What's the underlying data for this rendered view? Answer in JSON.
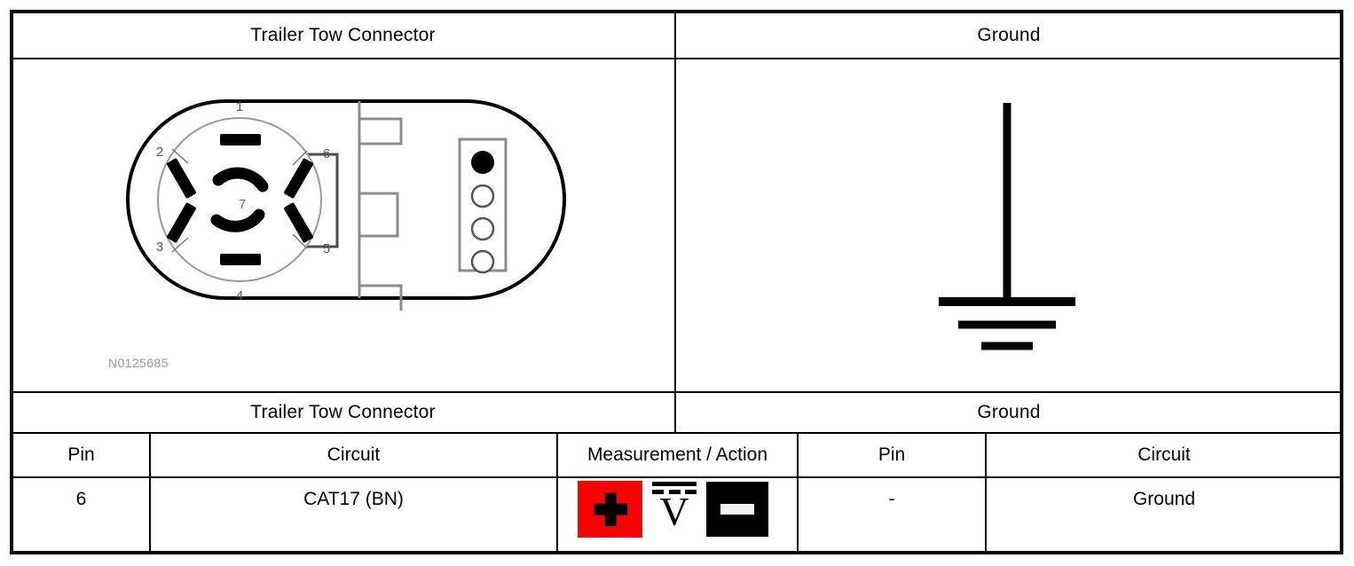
{
  "diagram": {
    "title": "Trailer Tow Connector Pin 6 Ground Measurement",
    "reference_number": "N0125685",
    "headers": {
      "left": "Trailer Tow Connector",
      "right": "Ground"
    },
    "section_headers": {
      "left": "Trailer Tow Connector",
      "right": "Ground"
    },
    "connector": {
      "name": "7-way trailer tow connector",
      "pin_labels": [
        "1",
        "2",
        "3",
        "4",
        "5",
        "6",
        "7"
      ],
      "indicator_dots": [
        "filled",
        "hollow",
        "hollow",
        "hollow"
      ]
    },
    "ground_symbol": {
      "name": "earth-ground-symbol",
      "bars": 3
    }
  },
  "table": {
    "columns": [
      {
        "key": "pin_left",
        "label": "Pin"
      },
      {
        "key": "circuit_left",
        "label": "Circuit"
      },
      {
        "key": "measurement",
        "label": "Measurement / Action"
      },
      {
        "key": "pin_right",
        "label": "Pin"
      },
      {
        "key": "circuit_right",
        "label": "Circuit"
      }
    ],
    "rows": [
      {
        "pin_left": "6",
        "circuit_left": "CAT17 (BN)",
        "measurement_icons": [
          "plus-probe",
          "dc-voltage",
          "minus-probe"
        ],
        "pin_right": "-",
        "circuit_right": "Ground"
      }
    ]
  },
  "icons": {
    "plus": {
      "name": "positive-probe-icon",
      "symbol": "+",
      "background": "#FE0000",
      "foreground": "#000000"
    },
    "dc_voltage": {
      "name": "dc-voltage-icon",
      "symbol": "V",
      "background": "#FFFFFF",
      "foreground": "#000000"
    },
    "minus": {
      "name": "negative-probe-icon",
      "symbol": "-",
      "background": "#000000",
      "foreground": "#F2F2F2"
    }
  },
  "colors": {
    "border": "#000000",
    "background": "#FFFFFF",
    "accent_red": "#FE0000",
    "gray_line": "#808080",
    "ref_text": "#9A9A9A"
  }
}
